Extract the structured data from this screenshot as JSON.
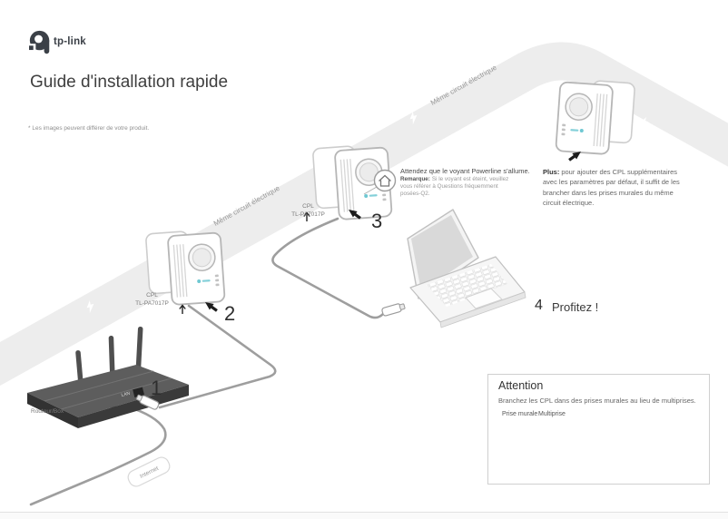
{
  "brand": {
    "logo_text": "tp-link"
  },
  "title": "Guide d'installation rapide",
  "footnote": "* Les images peuvent différer de votre produit.",
  "circuit_label": "Même circuit électrique",
  "steps": {
    "n1": "1",
    "n2": "2",
    "n3": "3",
    "n4": "4",
    "enjoy_label": "Profitez !"
  },
  "devices": {
    "cpl_type": "CPL",
    "cpl_model": "TL-PA7017P",
    "router_label": "Routeur/Box",
    "lan_port_label": "LAN",
    "internet_tag": "Internet"
  },
  "powerline_callout": {
    "icon": "powerline-house-icon",
    "text": "Attendez que le voyant Powerline s'allume.",
    "note_label": "Remarque:",
    "note_text": "Si le voyant est éteint, veuillez vous référer à Questions fréquemment posées-Q2."
  },
  "plus_note": {
    "label": "Plus:",
    "text": "pour ajouter des CPL supplémentaires avec les paramètres par défaut, il suffit de les brancher dans les prises murales du même circuit électrique."
  },
  "attention": {
    "title": "Attention",
    "description": "Branchez les CPL dans des prises murales au lieu de multiprises.",
    "ok_icon": "check-circle-icon",
    "ok_label": "Prise murale",
    "bad_icon": "cross-circle-icon",
    "bad_label": "Multiprise"
  },
  "colors": {
    "band": "#ededed",
    "cable": "#9e9e9e",
    "accent_teal": "#6fc8d2",
    "ink": "#3f3f3f"
  }
}
